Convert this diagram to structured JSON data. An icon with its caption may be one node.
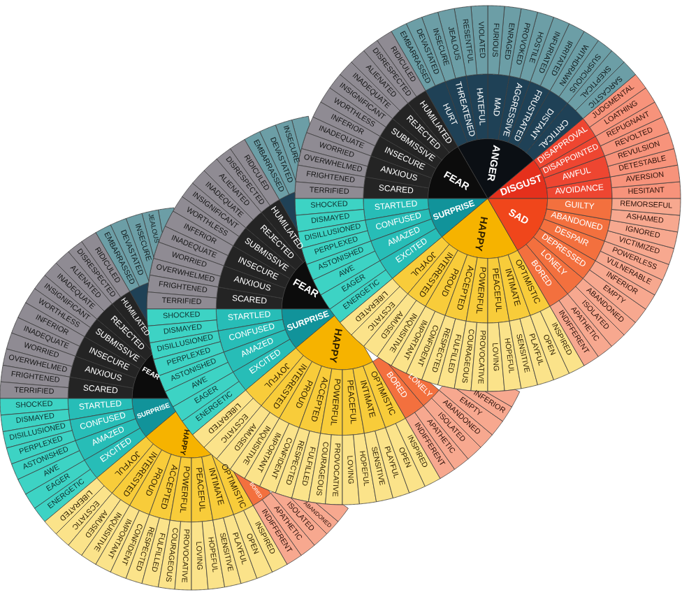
{
  "diagram": {
    "nodes": [
      {
        "text": [
          "DISGUST"
        ]
      },
      {
        "text": [
          "ANGER"
        ]
      },
      {
        "text": [
          "FEAR"
        ]
      },
      {
        "text": [
          "SURPRISE"
        ]
      },
      {
        "text": [
          "HAPPY"
        ]
      },
      {
        "text": [
          "SAD"
        ]
      },
      {
        "text": [
          "AVOIDANCE"
        ]
      },
      {
        "text": [
          "AWFUL"
        ]
      },
      {
        "text": [
          "DISAPPOINTED"
        ]
      },
      {
        "text": [
          "DISAPPROVAL"
        ]
      },
      {
        "text": [
          "CRITICAL"
        ]
      },
      {
        "text": [
          "DISTANT"
        ]
      },
      {
        "text": [
          "FRUSTRATED"
        ]
      },
      {
        "text": [
          "AGGRESSIVE"
        ]
      },
      {
        "text": [
          "MAD"
        ]
      },
      {
        "text": [
          "HATEFUL"
        ]
      },
      {
        "text": [
          "THREATENED"
        ]
      },
      {
        "text": [
          "HURT"
        ]
      },
      {
        "text": [
          "HUMILIATED"
        ]
      },
      {
        "text": [
          "REJECTED"
        ]
      },
      {
        "text": [
          "SUBMISSIVE"
        ]
      },
      {
        "text": [
          "INSECURE"
        ]
      },
      {
        "text": [
          "ANXIOUS"
        ]
      },
      {
        "text": [
          "SCARED"
        ]
      },
      {
        "text": [
          "STARTLED"
        ]
      },
      {
        "text": [
          "CONFUSED"
        ]
      },
      {
        "text": [
          "AMAZED"
        ]
      },
      {
        "text": [
          "EXCITED"
        ]
      },
      {
        "text": [
          "JOYFUL"
        ]
      },
      {
        "text": [
          "INTERESTED"
        ]
      },
      {
        "text": [
          "PROUD"
        ]
      },
      {
        "text": [
          "ACCEPTED"
        ]
      },
      {
        "text": [
          "POWERFUL"
        ]
      },
      {
        "text": [
          "PEACEFUL"
        ]
      },
      {
        "text": [
          "INTIMATE"
        ]
      },
      {
        "text": [
          "OPTIMISTIC"
        ]
      },
      {
        "text": [
          "BORED"
        ]
      },
      {
        "text": [
          "LONELY"
        ]
      },
      {
        "text": [
          "DEPRESSED"
        ]
      },
      {
        "text": [
          "DESPAIR"
        ]
      },
      {
        "text": [
          "ABANDONED"
        ]
      },
      {
        "text": [
          "GUILTY"
        ]
      },
      {
        "text": [
          "HESITANT"
        ]
      },
      {
        "text": [
          "AVERSION"
        ]
      },
      {
        "text": [
          "DETESTABLE"
        ]
      },
      {
        "text": [
          "REVULSION"
        ]
      },
      {
        "text": [
          "REVOLTED"
        ]
      },
      {
        "text": [
          "REPUGNANT"
        ]
      },
      {
        "text": [
          "LOATHING"
        ]
      },
      {
        "text": [
          "JUDGMENTAL"
        ]
      },
      {
        "text": [
          "SARCASTIC"
        ]
      },
      {
        "text": [
          "SKEPTICAL"
        ]
      },
      {
        "text": [
          "SUSPICIOUS"
        ]
      },
      {
        "text": [
          "WITHDRAWN"
        ]
      },
      {
        "text": [
          "IRRITATED"
        ]
      },
      {
        "text": [
          "INFURIATED"
        ]
      },
      {
        "text": [
          "HOSTILE"
        ]
      },
      {
        "text": [
          "PROVOKED"
        ]
      },
      {
        "text": [
          "ENRAGED"
        ]
      },
      {
        "text": [
          "FURIOUS"
        ]
      },
      {
        "text": [
          "VIOLATED"
        ]
      },
      {
        "text": [
          "RESENTFUL"
        ]
      },
      {
        "text": [
          "JEALOUS"
        ]
      },
      {
        "text": [
          "INSECURE"
        ]
      },
      {
        "text": [
          "DEVASTATED"
        ]
      },
      {
        "text": [
          "EMBARRASSED"
        ]
      },
      {
        "text": [
          "RIDICULED"
        ]
      },
      {
        "text": [
          "DISRESPECTED"
        ]
      },
      {
        "text": [
          "ALIENATED"
        ]
      },
      {
        "text": [
          "INADEQUATE"
        ]
      },
      {
        "text": [
          "INSIGNIFICANT"
        ]
      },
      {
        "text": [
          "WORTHLESS"
        ]
      },
      {
        "text": [
          "INFERIOR"
        ]
      },
      {
        "text": [
          "INADEQUATE"
        ]
      },
      {
        "text": [
          "WORRIED"
        ]
      },
      {
        "text": [
          "OVERWHELMED"
        ]
      },
      {
        "text": [
          "FRIGHTENED"
        ]
      },
      {
        "text": [
          "TERRIFIED"
        ]
      },
      {
        "text": [
          "SHOCKED"
        ]
      },
      {
        "text": [
          "DISMAYED"
        ]
      },
      {
        "text": [
          "DISILLUSIONED"
        ]
      },
      {
        "text": [
          "PERPLEXED"
        ]
      },
      {
        "text": [
          "ASTONISHED"
        ]
      },
      {
        "text": [
          "AWE"
        ]
      },
      {
        "text": [
          "EAGER"
        ]
      },
      {
        "text": [
          "ENERGETIC"
        ]
      },
      {
        "text": [
          "LIBERATED"
        ]
      },
      {
        "text": [
          "ECSTATIC"
        ]
      },
      {
        "text": [
          "AMUSED"
        ]
      },
      {
        "text": [
          "INQUISITIVE"
        ]
      },
      {
        "text": [
          "IMPORTANT"
        ]
      },
      {
        "text": [
          "CONFIDENT"
        ]
      },
      {
        "text": [
          "RESPECTED"
        ]
      },
      {
        "text": [
          "FULFILLED"
        ]
      },
      {
        "text": [
          "COURAGEOUS"
        ]
      },
      {
        "text": [
          "PROVOCATIVE"
        ]
      },
      {
        "text": [
          "LOVING"
        ]
      },
      {
        "text": [
          "HOPEFUL"
        ]
      },
      {
        "text": [
          "SENSITIVE"
        ]
      },
      {
        "text": [
          "PLAYFUL"
        ]
      },
      {
        "text": [
          "OPEN"
        ]
      },
      {
        "text": [
          "INSPIRED"
        ]
      },
      {
        "text": [
          "INDIFFERENT"
        ]
      },
      {
        "text": [
          "APATHETIC"
        ]
      },
      {
        "text": [
          "ISOLATED"
        ]
      },
      {
        "text": [
          "ABANDONED"
        ]
      },
      {
        "text": [
          "EMPTY"
        ]
      },
      {
        "text": [
          "INFERIOR"
        ]
      },
      {
        "text": [
          "VULNERABLE"
        ]
      },
      {
        "text": [
          "POWERLESS"
        ]
      },
      {
        "text": [
          "VICTIMIZED"
        ]
      },
      {
        "text": [
          "IGNORED"
        ]
      },
      {
        "text": [
          "ASHAMED"
        ]
      },
      {
        "text": [
          "REMORSEFUL"
        ]
      },
      {
        "text": [
          "FEAR"
        ]
      },
      {
        "text": [
          "SURPRISE"
        ]
      },
      {
        "text": [
          "HAPPY"
        ]
      },
      {
        "text": [],
        "shape": "wedge"
      },
      {
        "text": [
          "HUMILIATED"
        ]
      },
      {
        "text": [
          "REJECTED"
        ]
      },
      {
        "text": [
          "SUBMISSIVE"
        ]
      },
      {
        "text": [
          "INSECURE"
        ]
      },
      {
        "text": [
          "ANXIOUS"
        ]
      },
      {
        "text": [
          "SCARED"
        ]
      },
      {
        "text": [
          "STARTLED"
        ]
      },
      {
        "text": [
          "CONFUSED"
        ]
      },
      {
        "text": [
          "AMAZED"
        ]
      },
      {
        "text": [
          "EXCITED"
        ]
      },
      {
        "text": [
          "JOYFUL"
        ]
      },
      {
        "text": [
          "INTERESTED"
        ]
      },
      {
        "text": [
          "PROUD"
        ]
      },
      {
        "text": [
          "ACCEPTED"
        ]
      },
      {
        "text": [
          "POWERFUL"
        ]
      },
      {
        "text": [
          "PEACEFUL"
        ]
      },
      {
        "text": [
          "INTIMATE"
        ]
      },
      {
        "text": [
          "OPTIMISTIC"
        ]
      },
      {
        "text": [
          "BORED"
        ]
      },
      {
        "text": [
          "LONELY"
        ]
      },
      {
        "text": [],
        "shape": "wedge"
      },
      {
        "text": [
          "INSECURE"
        ]
      },
      {
        "text": [
          "DEVASTATED"
        ]
      },
      {
        "text": [
          "EMBARRASSED"
        ]
      },
      {
        "text": [
          "RIDICULED"
        ]
      },
      {
        "text": [
          "DISRESPECTED"
        ]
      },
      {
        "text": [
          "ALIENATED"
        ]
      },
      {
        "text": [
          "INADEQUATE"
        ]
      },
      {
        "text": [
          "INSIGNIFICANT"
        ]
      },
      {
        "text": [
          "WORTHLESS"
        ]
      },
      {
        "text": [
          "INFERIOR"
        ]
      },
      {
        "text": [
          "INADEQUATE"
        ]
      },
      {
        "text": [
          "WORRIED"
        ]
      },
      {
        "text": [
          "OVERWHELMED"
        ]
      },
      {
        "text": [
          "FRIGHTENED"
        ]
      },
      {
        "text": [
          "TERRIFIED"
        ]
      },
      {
        "text": [
          "SHOCKED"
        ]
      },
      {
        "text": [
          "DISMAYED"
        ]
      },
      {
        "text": [
          "DISILLUSIONED"
        ]
      },
      {
        "text": [
          "PERPLEXED"
        ]
      },
      {
        "text": [
          "ASTONISHED"
        ]
      },
      {
        "text": [
          "AWE"
        ]
      },
      {
        "text": [
          "EAGER"
        ]
      },
      {
        "text": [
          "ENERGETIC"
        ]
      },
      {
        "text": [
          "LIBERATED"
        ]
      },
      {
        "text": [
          "ECSTATIC"
        ]
      },
      {
        "text": [
          "AMUSED"
        ]
      },
      {
        "text": [
          "INQUISITIVE"
        ]
      },
      {
        "text": [
          "IMPORTANT"
        ]
      },
      {
        "text": [
          "CONFIDENT"
        ]
      },
      {
        "text": [
          "RESPECTED"
        ]
      },
      {
        "text": [
          "FULFILLED"
        ]
      },
      {
        "text": [
          "COURAGEOUS"
        ]
      },
      {
        "text": [
          "PROVOCATIVE"
        ]
      },
      {
        "text": [
          "LOVING"
        ]
      },
      {
        "text": [
          "HOPEFUL"
        ]
      },
      {
        "text": [
          "SENSITIVE"
        ]
      },
      {
        "text": [
          "PLAYFUL"
        ]
      },
      {
        "text": [
          "OPEN"
        ]
      },
      {
        "text": [
          "INSPIRED"
        ]
      },
      {
        "text": [
          "INDIFFERENT"
        ]
      },
      {
        "text": [
          "APATHETIC"
        ]
      },
      {
        "text": [
          "ISOLATED"
        ]
      },
      {
        "text": [
          "ABANDONED"
        ]
      },
      {
        "text": [
          "EMPTY"
        ]
      },
      {
        "text": [
          "INFERIOR"
        ]
      },
      {
        "text": [],
        "shape": "wedge"
      },
      {
        "text": [
          "FEAR"
        ]
      },
      {
        "text": [
          "SURPRISE"
        ]
      },
      {
        "text": [
          "HAPPY"
        ]
      },
      {
        "text": [],
        "shape": "wedge"
      },
      {
        "text": [
          "HUMILIATED"
        ]
      },
      {
        "text": [
          "REJECTED"
        ]
      },
      {
        "text": [
          "SUBMISSIVE"
        ]
      },
      {
        "text": [
          "INSECURE"
        ]
      },
      {
        "text": [
          "ANXIOUS"
        ]
      },
      {
        "text": [
          "SCARED"
        ]
      },
      {
        "text": [
          "STARTLED"
        ]
      },
      {
        "text": [
          "CONFUSED"
        ]
      },
      {
        "text": [
          "AMAZED"
        ]
      },
      {
        "text": [
          "EXCITED"
        ]
      },
      {
        "text": [
          "JOYFUL"
        ]
      },
      {
        "text": [
          "INTERESTED"
        ]
      },
      {
        "text": [
          "PROUD"
        ]
      },
      {
        "text": [
          "ACCEPTED"
        ]
      },
      {
        "text": [
          "POWERFUL"
        ]
      },
      {
        "text": [
          "PEACEFUL"
        ]
      },
      {
        "text": [
          "INTIMATE"
        ]
      },
      {
        "text": [
          "OPTIMISTIC"
        ]
      },
      {
        "text": [
          "BORED"
        ]
      },
      {
        "text": [],
        "shape": "wedge"
      },
      {
        "text": [
          "JEALOUS"
        ]
      },
      {
        "text": [
          "INSECURE"
        ]
      },
      {
        "text": [
          "DEVASTATED"
        ]
      },
      {
        "text": [
          "EMBARRASSED"
        ]
      },
      {
        "text": [
          "RIDICULED"
        ]
      },
      {
        "text": [
          "DISRESPECTED"
        ]
      },
      {
        "text": [
          "ALIENATED"
        ]
      },
      {
        "text": [
          "INADEQUATE"
        ]
      },
      {
        "text": [
          "INSIGNIFICANT"
        ]
      },
      {
        "text": [
          "WORTHLESS"
        ]
      },
      {
        "text": [
          "INFERIOR"
        ]
      },
      {
        "text": [
          "INADEQUATE"
        ]
      },
      {
        "text": [
          "WORRIED"
        ]
      },
      {
        "text": [
          "OVERWHELMED"
        ]
      },
      {
        "text": [
          "FRIGHTENED"
        ]
      },
      {
        "text": [
          "TERRIFIED"
        ]
      },
      {
        "text": [
          "SHOCKED"
        ]
      },
      {
        "text": [
          "DISMAYED"
        ]
      },
      {
        "text": [
          "DISILLUSIONED"
        ]
      },
      {
        "text": [
          "PERPLEXED"
        ]
      },
      {
        "text": [
          "ASTONISHED"
        ]
      },
      {
        "text": [
          "AWE"
        ]
      },
      {
        "text": [
          "EAGER"
        ]
      },
      {
        "text": [
          "ENERGETIC"
        ]
      },
      {
        "text": [
          "LIBERATED"
        ]
      },
      {
        "text": [
          "ECSTATIC"
        ]
      },
      {
        "text": [
          "AMUSED"
        ]
      },
      {
        "text": [
          "INQUISITIVE"
        ]
      },
      {
        "text": [
          "IMPORTANT"
        ]
      },
      {
        "text": [
          "CONFIDENT"
        ]
      },
      {
        "text": [
          "RESPECTED"
        ]
      },
      {
        "text": [
          "FULFILLED"
        ]
      },
      {
        "text": [
          "COURAGEOUS"
        ]
      },
      {
        "text": [
          "PROVOCATIVE"
        ]
      },
      {
        "text": [
          "LOVING"
        ]
      },
      {
        "text": [
          "HOPEFUL"
        ]
      },
      {
        "text": [
          "SENSITIVE"
        ]
      },
      {
        "text": [
          "PLAYFUL"
        ]
      },
      {
        "text": [
          "OPEN"
        ]
      },
      {
        "text": [
          "INSPIRED"
        ]
      },
      {
        "text": [
          "INDIFFERENT"
        ]
      },
      {
        "text": [
          "APATHETIC"
        ]
      },
      {
        "text": [
          "ISOLATED"
        ]
      },
      {
        "text": [
          "ABANDONED"
        ]
      },
      {
        "text": [],
        "shape": "wedge"
      }
    ]
  }
}
